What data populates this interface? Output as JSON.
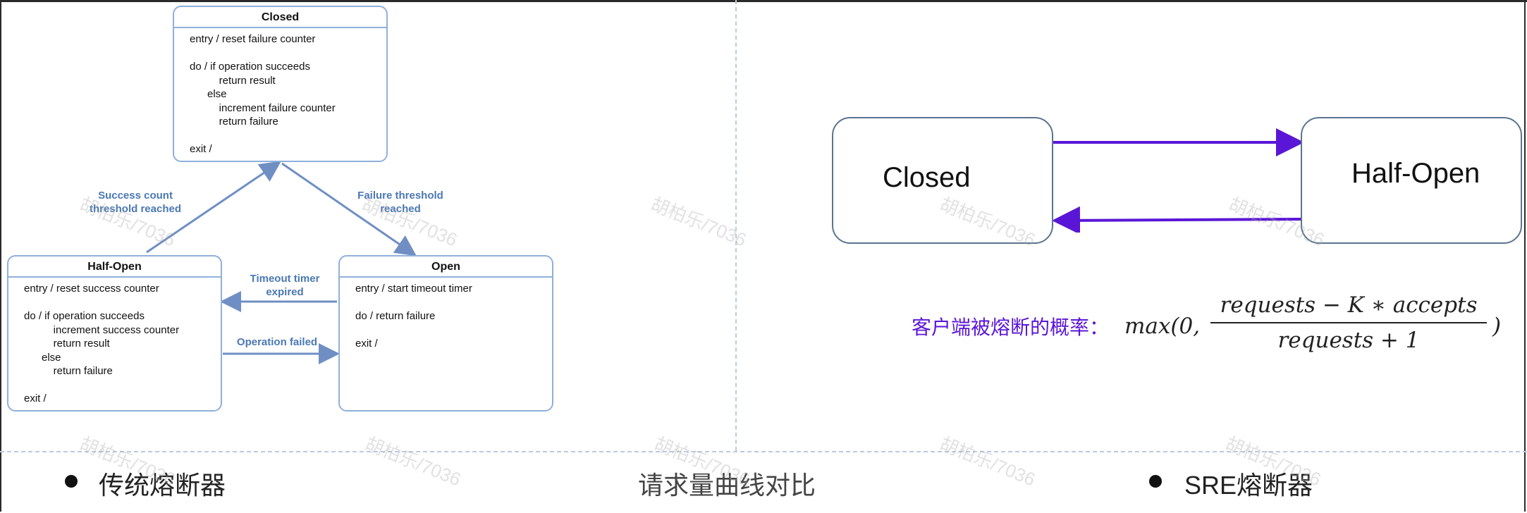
{
  "left_diagram": {
    "closed": {
      "title": "Closed",
      "body": "entry / reset failure counter\n\ndo / if operation succeeds\n          return result\n      else\n          increment failure counter\n          return failure\n\nexit /"
    },
    "half_open": {
      "title": "Half-Open",
      "body": "entry / reset success counter\n\ndo / if operation succeeds\n          increment success counter\n          return result\n      else\n          return failure\n\nexit /"
    },
    "open": {
      "title": "Open",
      "body": "entry / start timeout timer\n\ndo / return failure\n\nexit /"
    },
    "edges": {
      "success": "Success count\nthreshold reached",
      "failure": "Failure threshold\nreached",
      "timeout": "Timeout timer\nexpired",
      "op_failed": "Operation failed"
    },
    "colors": {
      "state_border": "#8fb0dc",
      "arrow": "#6f8fc4",
      "label": "#4a78b4"
    }
  },
  "right_diagram": {
    "closed_label": "Closed",
    "half_open_label": "Half-Open",
    "arrow_color": "#5a16d6",
    "formula_label": "客户端被熔断的概率：",
    "formula": {
      "prefix": "max(0,",
      "numerator": "requests − K ∗ accepts",
      "denominator": "requests + 1",
      "suffix": ")"
    }
  },
  "captions": {
    "left": "传统熔断器",
    "center": "请求量曲线对比",
    "right": "SRE熔断器"
  },
  "watermark": "胡柏乐/7036"
}
